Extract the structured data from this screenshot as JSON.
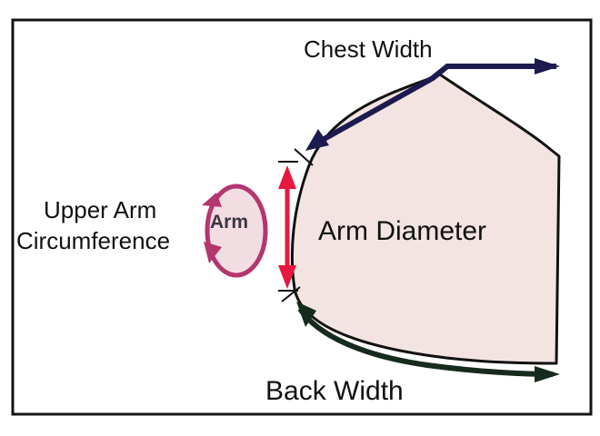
{
  "diagram": {
    "labels": {
      "chest_width": "Chest Width",
      "arm_diameter": "Arm Diameter",
      "upper_arm_line1": "Upper Arm",
      "upper_arm_line2": "Circumference",
      "arm": "Arm",
      "back_width": "Back Width"
    },
    "colors": {
      "frame": "#141414",
      "garment_fill": "#f3e4e1",
      "outline": "#111111",
      "chest_arrow": "#1c1a4e",
      "back_arrow": "#172a1e",
      "diameter_arrow": "#e8173e",
      "circumference_ring": "#b5366e",
      "circumference_fill": "#f2dde3"
    }
  }
}
